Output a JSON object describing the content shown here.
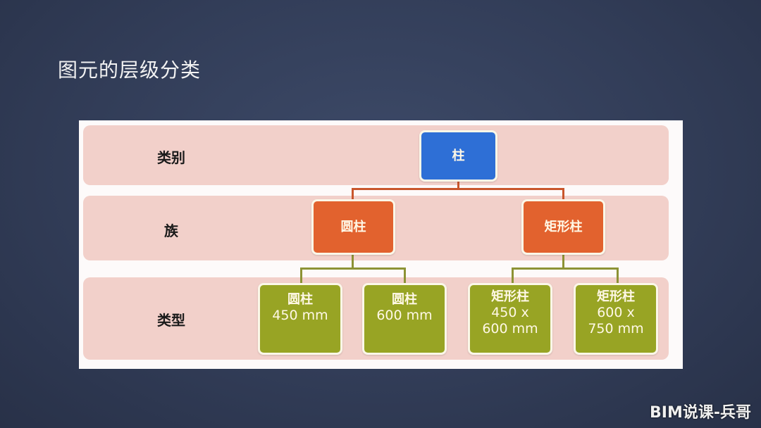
{
  "slide": {
    "title": "图元的层级分类",
    "watermark": "BIM说课-兵哥"
  },
  "diagram": {
    "levels": [
      {
        "label": "类别"
      },
      {
        "label": "族"
      },
      {
        "label": "类型"
      }
    ],
    "category": {
      "label": "柱",
      "color": "#2e6fd6"
    },
    "families": [
      {
        "label": "圆柱",
        "color": "#e2622e"
      },
      {
        "label": "矩形柱",
        "color": "#e2622e"
      }
    ],
    "types": [
      {
        "name": "圆柱",
        "size1": "450 mm",
        "size2": "",
        "color": "#98a424"
      },
      {
        "name": "圆柱",
        "size1": "600 mm",
        "size2": "",
        "color": "#98a424"
      },
      {
        "name": "矩形柱",
        "size1": "450 x",
        "size2": "600 mm",
        "color": "#98a424"
      },
      {
        "name": "矩形柱",
        "size1": "600 x",
        "size2": "750 mm",
        "color": "#98a424"
      }
    ],
    "colors": {
      "band": "#f2d0ca",
      "connector_orange": "#c9562c",
      "connector_green": "#8d9335"
    }
  }
}
